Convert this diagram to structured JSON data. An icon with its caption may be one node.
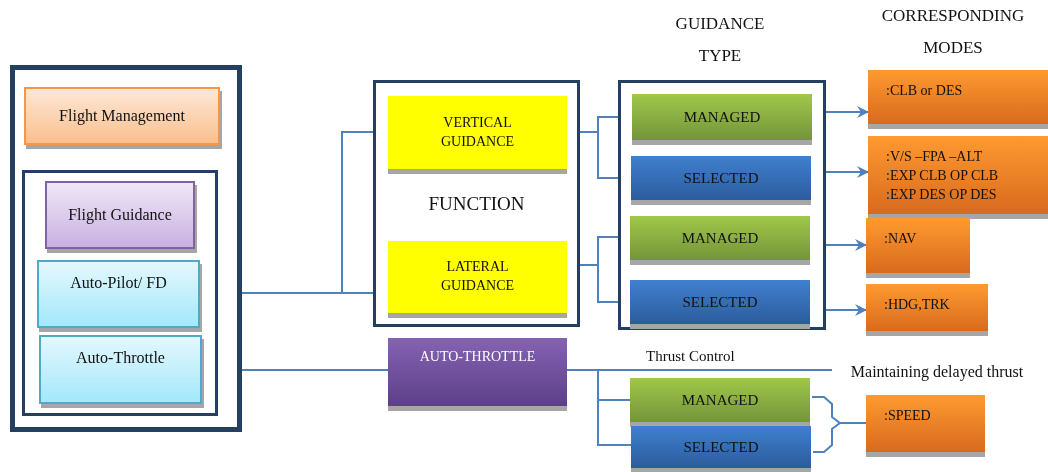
{
  "diagram": {
    "nodes": [
      {
        "text": [],
        "shape": "box"
      },
      {
        "text": [
          "Flight Management"
        ],
        "in": 0
      },
      {
        "text": [],
        "shape": "box",
        "in": 0
      },
      {
        "text": [
          "Flight Guidance"
        ],
        "in": 2
      },
      {
        "text": [
          "Auto-Pilot/ FD"
        ],
        "in": 2
      },
      {
        "text": [
          "Auto-Throttle"
        ],
        "in": 2
      },
      {
        "text": [
          "FUNCTION"
        ]
      },
      {
        "text": [
          "VERTICAL GUIDANCE"
        ],
        "in": 6
      },
      {
        "text": [
          "LATERAL GUIDANCE"
        ],
        "in": 6
      },
      {
        "text": [
          "AUTO-THROTTLE"
        ]
      },
      {
        "text": [],
        "shape": "box"
      },
      {
        "text": [
          "MANAGED"
        ],
        "in": 10
      },
      {
        "text": [
          "SELECTED"
        ],
        "in": 10
      },
      {
        "text": [
          "MANAGED"
        ],
        "in": 10
      },
      {
        "text": [
          "SELECTED"
        ],
        "in": 10
      },
      {
        "text": [
          ":CLB or DES"
        ]
      },
      {
        "text": [
          ":V/S –FPA –ALT",
          ":EXP CLB OP CLB",
          ":EXP DES OP DES"
        ]
      },
      {
        "text": [
          ":NAV"
        ]
      },
      {
        "text": [
          ":HDG,TRK"
        ]
      },
      {
        "text": [
          "MANAGED"
        ]
      },
      {
        "text": [
          "SELECTED"
        ]
      },
      {
        "text": [
          ":SPEED"
        ]
      },
      {
        "text": [
          "Maintaining delayed thrust"
        ]
      }
    ],
    "edges": [
      {
        "from": 4,
        "to": 7,
        "arrow": "none"
      },
      {
        "from": 4,
        "to": 8,
        "arrow": "none"
      },
      {
        "from": 5,
        "to": 9,
        "arrow": "none"
      },
      {
        "from": 7,
        "to": 11,
        "arrow": "none"
      },
      {
        "from": 7,
        "to": 12,
        "arrow": "none"
      },
      {
        "from": 8,
        "to": 13,
        "arrow": "none"
      },
      {
        "from": 8,
        "to": 14,
        "arrow": "none"
      },
      {
        "from": 11,
        "to": 15,
        "arrow": "to"
      },
      {
        "from": 12,
        "to": 16,
        "arrow": "to"
      },
      {
        "from": 13,
        "to": 17,
        "arrow": "to"
      },
      {
        "from": 14,
        "to": 18,
        "arrow": "to"
      },
      {
        "from": 9,
        "to": 22,
        "arrow": "none",
        "label": "Thrust Control"
      },
      {
        "from": 9,
        "to": 19,
        "arrow": "none"
      },
      {
        "from": 9,
        "to": 20,
        "arrow": "none"
      },
      {
        "from": 19,
        "to": 21,
        "arrow": "none"
      },
      {
        "from": 20,
        "to": 21,
        "arrow": "none"
      }
    ],
    "labels": [
      "GUIDANCE TYPE",
      "CORRESPONDING MODES"
    ]
  }
}
